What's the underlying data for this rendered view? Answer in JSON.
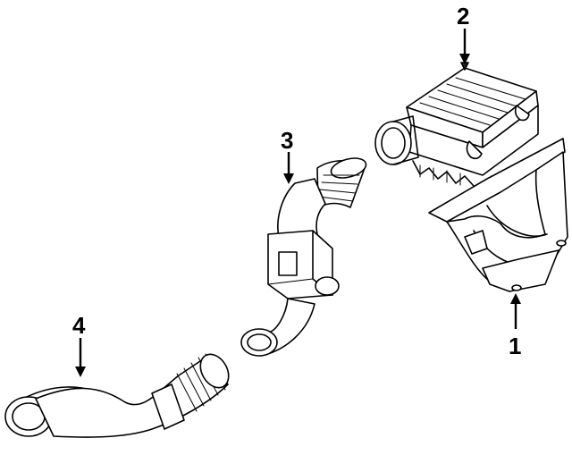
{
  "callouts": [
    {
      "id": "part-1",
      "label": "1"
    },
    {
      "id": "part-2",
      "label": "2"
    },
    {
      "id": "part-3",
      "label": "3"
    },
    {
      "id": "part-4",
      "label": "4"
    }
  ]
}
